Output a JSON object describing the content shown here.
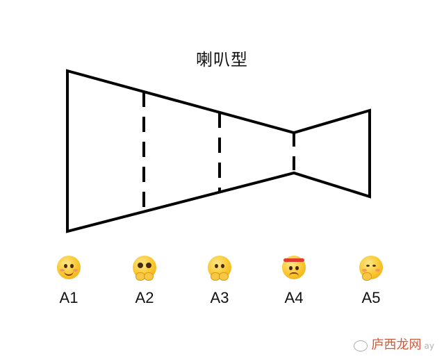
{
  "title": "喇叭型",
  "items": [
    {
      "label": "A1",
      "emoji": "smiling-face-icon"
    },
    {
      "label": "A2",
      "emoji": "pleading-face-icon"
    },
    {
      "label": "A3",
      "emoji": "worried-face-icon"
    },
    {
      "label": "A4",
      "emoji": "headband-face-icon"
    },
    {
      "label": "A5",
      "emoji": "laughing-face-icon"
    }
  ],
  "watermark": {
    "text": "庐西龙网",
    "sub": "ay"
  },
  "colors": {
    "stroke": "#000000",
    "watermark": "#c84a2a"
  }
}
